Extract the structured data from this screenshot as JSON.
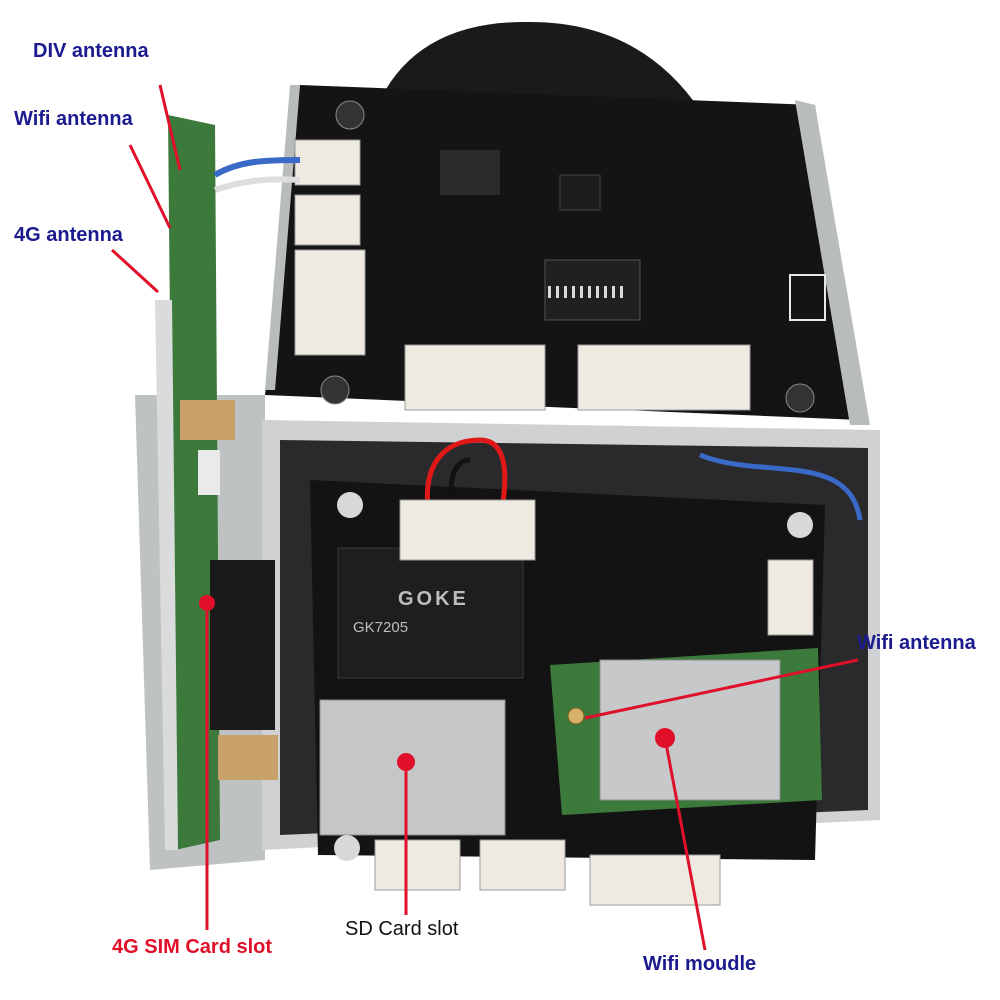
{
  "colors": {
    "label_blue": "#1b1b8f",
    "label_red": "#e0102a",
    "pointer_red": "#e0102a",
    "pcb_black": "#141414",
    "pcb_green": "#3c7a3c",
    "metal": "#c9cbcc"
  },
  "labels": {
    "div_antenna": "DIV antenna",
    "wifi_antenna_top": "Wifi antenna",
    "g4_antenna": "4G antenna",
    "wifi_antenna_right": "Wifi antenna",
    "sim_slot": "4G SIM Card slot",
    "sd_slot": "SD Card slot",
    "wifi_module": "Wifi moudle"
  },
  "chip": {
    "brand": "GOKE",
    "model": "GK7205"
  }
}
